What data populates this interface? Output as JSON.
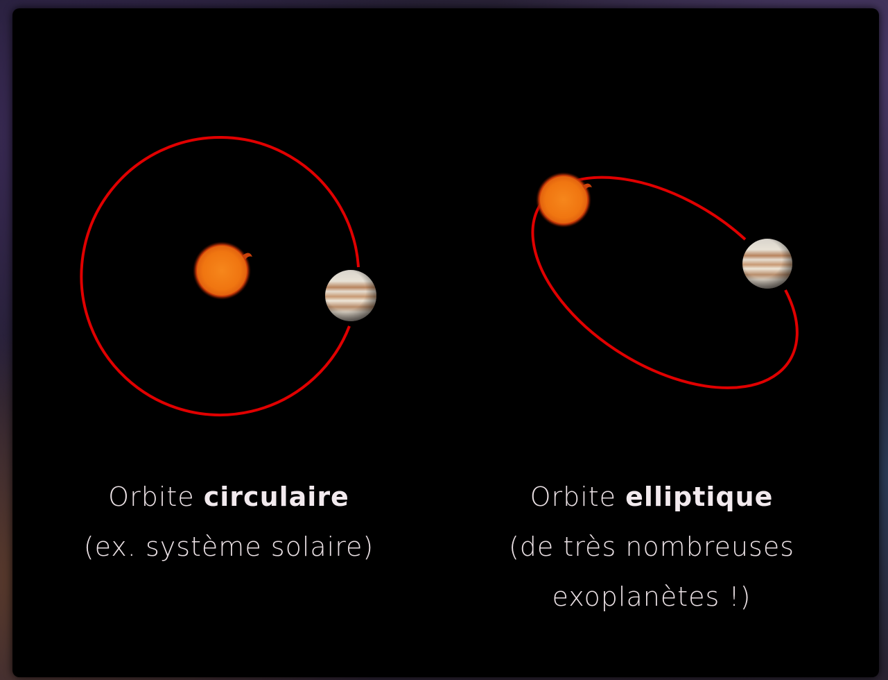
{
  "left": {
    "title_prefix": "Orbite ",
    "title_bold": "circulaire",
    "subtitle": "(ex. système solaire)"
  },
  "right": {
    "title_prefix": "Orbite ",
    "title_bold": "elliptique",
    "subtitle_line1": "(de très nombreuses",
    "subtitle_line2": "exoplanètes !)"
  },
  "colors": {
    "orbit": "#e00000",
    "panel": "#000000",
    "text": "#ece2e6"
  },
  "icons": [
    "sun-icon",
    "jupiter-planet-icon"
  ]
}
